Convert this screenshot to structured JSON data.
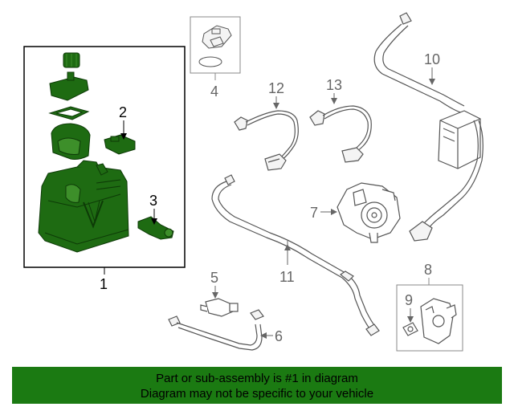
{
  "diagram": {
    "callouts": {
      "c1": "1",
      "c2": "2",
      "c3": "3",
      "c4": "4",
      "c5": "5",
      "c6": "6",
      "c7": "7",
      "c8": "8",
      "c9": "9",
      "c10": "10",
      "c11": "11",
      "c12": "12",
      "c13": "13"
    }
  },
  "colors": {
    "part_highlight": "#1e6b12",
    "part_highlight_light": "#3d8f2a",
    "line_art": "#555555",
    "callout_gray": "#666666",
    "banner_bg": "#1b7a12"
  },
  "banner": {
    "line1": "Part or sub-assembly is #1 in diagram",
    "line2": "Diagram may not be specific to your vehicle"
  }
}
